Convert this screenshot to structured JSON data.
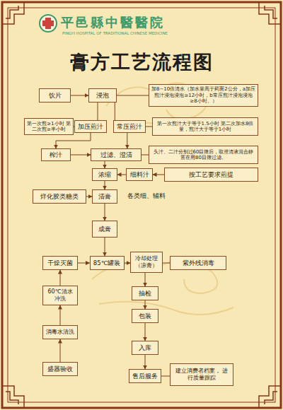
{
  "diagram": {
    "title": "膏方工艺流程图",
    "nodes": [
      {
        "text": [
          "饮片"
        ]
      },
      {
        "text": [
          "浸泡"
        ]
      },
      {
        "text": [
          "加8~10倍清水（加水量高于药面2公分，a加压煎汁浸泡浸泡≥12小时，b常压煎汁浸泡浸泡≥8小时。）"
        ]
      },
      {
        "text": [
          "第一次煎≥1小时 第二次煎≥半小时"
        ]
      },
      {
        "text": [
          "加压煎汁"
        ]
      },
      {
        "text": [
          "常压煎汁"
        ]
      },
      {
        "text": [
          "第一次煎汁大于等于1.5小时 第二次加水8倍量，煎汁大于等于1小时"
        ]
      },
      {
        "text": [
          "榨汁"
        ]
      },
      {
        "text": [
          "过滤、澄清"
        ]
      },
      {
        "text": [
          "头汁、二汁分别过60目筛后，取澄清液混合静置在用80目筛过滤。"
        ]
      },
      {
        "text": [
          "浓缩"
        ]
      },
      {
        "text": [
          "细料汁"
        ]
      },
      {
        "text": [
          "按工艺要求煎提"
        ]
      },
      {
        "text": [
          "烊化胶类糖类"
        ]
      },
      {
        "text": [
          "清膏"
        ]
      },
      {
        "text": [
          "成膏"
        ]
      },
      {
        "text": [
          "干燥灭菌"
        ]
      },
      {
        "text": [
          "85℃罐装"
        ]
      },
      {
        "text": [
          "冷却处理 （凉膏）"
        ]
      },
      {
        "text": [
          "紫外线消毒"
        ]
      },
      {
        "text": [
          "60℃清水冲洗"
        ]
      },
      {
        "text": [
          "抽检"
        ]
      },
      {
        "text": [
          "包装"
        ]
      },
      {
        "text": [
          "消毒水清洗"
        ]
      },
      {
        "text": [
          "入库"
        ]
      },
      {
        "text": [
          "盛器验收"
        ]
      },
      {
        "text": [
          "售后服务"
        ]
      },
      {
        "text": [
          "建立消费者档案， 进行质量跟踪"
        ]
      }
    ],
    "edges": [
      {
        "from": 0,
        "to": 1,
        "arrow": "to"
      },
      {
        "from": 1,
        "to": 2,
        "arrow": "none"
      },
      {
        "from": 1,
        "to": 4,
        "arrow": "none"
      },
      {
        "from": 1,
        "to": 5,
        "arrow": "none"
      },
      {
        "from": 3,
        "to": 4,
        "arrow": "none"
      },
      {
        "from": 5,
        "to": 6,
        "arrow": "none"
      },
      {
        "from": 4,
        "to": 7,
        "arrow": "to"
      },
      {
        "from": 5,
        "to": 8,
        "arrow": "to"
      },
      {
        "from": 7,
        "to": 8,
        "arrow": "to"
      },
      {
        "from": 8,
        "to": 9,
        "arrow": "none"
      },
      {
        "from": 8,
        "to": 10,
        "arrow": "to"
      },
      {
        "from": 11,
        "to": 10,
        "arrow": "to"
      },
      {
        "from": 12,
        "to": 11,
        "arrow": "to"
      },
      {
        "from": 10,
        "to": 14,
        "arrow": "to"
      },
      {
        "from": 13,
        "to": 14,
        "arrow": "to"
      },
      {
        "from": 14,
        "to": 15,
        "arrow": "to"
      },
      {
        "from": 15,
        "to": 17,
        "arrow": "to"
      },
      {
        "from": 16,
        "to": 17,
        "arrow": "to"
      },
      {
        "from": 17,
        "to": 18,
        "arrow": "to"
      },
      {
        "from": 18,
        "to": 19,
        "arrow": "none"
      },
      {
        "from": 18,
        "to": 21,
        "arrow": "to"
      },
      {
        "from": 21,
        "to": 22,
        "arrow": "to"
      },
      {
        "from": 22,
        "to": 24,
        "arrow": "to"
      },
      {
        "from": 24,
        "to": 26,
        "arrow": "to"
      },
      {
        "from": 26,
        "to": 27,
        "arrow": "none"
      },
      {
        "from": 20,
        "to": 16,
        "arrow": "to"
      },
      {
        "from": 23,
        "to": 20,
        "arrow": "to"
      },
      {
        "from": 25,
        "to": 23,
        "arrow": "to"
      }
    ],
    "labels": [
      "平邑縣中醫醫院",
      "PINGYI HOSPITAL OF TRADITIONAL CHINESE MEDICINE",
      "各类细、辅料"
    ]
  }
}
